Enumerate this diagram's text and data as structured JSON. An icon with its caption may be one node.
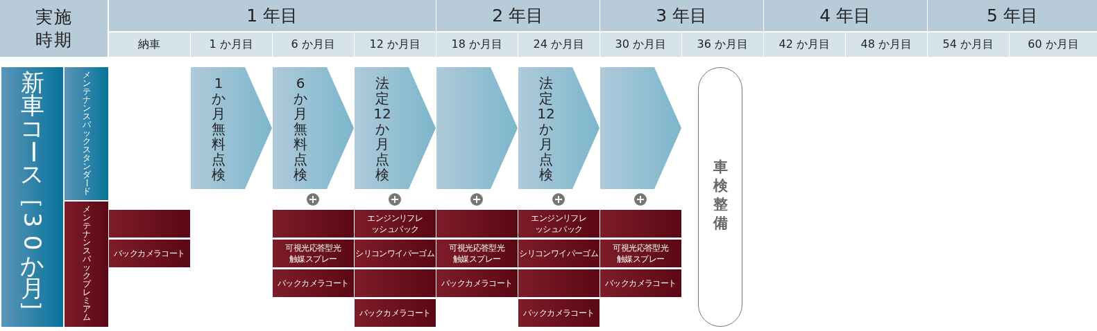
{
  "diagram": {
    "nodes": [
      {
        "text": [
          "新車コース［30か月］"
        ]
      },
      {
        "text": [
          "メンテナンスパックスタンダード"
        ]
      },
      {
        "text": [
          "メンテナンスパックプレミアム"
        ]
      },
      {
        "text": [
          "1か月無料点検"
        ]
      },
      {
        "text": [
          "6か月無料点検"
        ]
      },
      {
        "text": [
          "法定12か月点検"
        ]
      },
      {
        "text": [],
        "shape": "arrow"
      },
      {
        "text": [
          "法定12か月点検"
        ]
      },
      {
        "text": [],
        "shape": "arrow"
      },
      {
        "text": [
          "車検整備"
        ]
      },
      {
        "text": [],
        "shape": "box"
      },
      {
        "text": [
          "バックカメラコート"
        ]
      },
      {
        "text": [],
        "shape": "box"
      },
      {
        "text": [
          "可視光応答型光触媒スプレー"
        ]
      },
      {
        "text": [
          "バックカメラコート"
        ]
      },
      {
        "text": [
          "エンジンリフレッシュパック"
        ]
      },
      {
        "text": [
          "シリコンワイパーゴム"
        ]
      },
      {
        "text": [],
        "shape": "box"
      },
      {
        "text": [
          "バックカメラコート"
        ]
      },
      {
        "text": [],
        "shape": "box"
      },
      {
        "text": [
          "可視光応答型光触媒スプレー"
        ]
      },
      {
        "text": [
          "バックカメラコート"
        ]
      },
      {
        "text": [
          "エンジンリフレッシュパック"
        ]
      },
      {
        "text": [
          "シリコンワイパーゴム"
        ]
      },
      {
        "text": [],
        "shape": "box"
      },
      {
        "text": [
          "バックカメラコート"
        ]
      },
      {
        "text": [],
        "shape": "box"
      },
      {
        "text": [
          "可視光応答型光触媒スプレー"
        ]
      },
      {
        "text": [
          "バックカメラコート"
        ]
      }
    ],
    "labels": [
      "実施時期",
      "1 年目",
      "2 年目",
      "3 年目",
      "4 年目",
      "5 年目",
      "納車",
      "1 か月目",
      "6 か月目",
      "12 か月目",
      "18 か月目",
      "24 か月目",
      "30 か月目",
      "36 か月目",
      "42 か月目",
      "48 か月目",
      "54 か月目",
      "60 か月目"
    ]
  }
}
